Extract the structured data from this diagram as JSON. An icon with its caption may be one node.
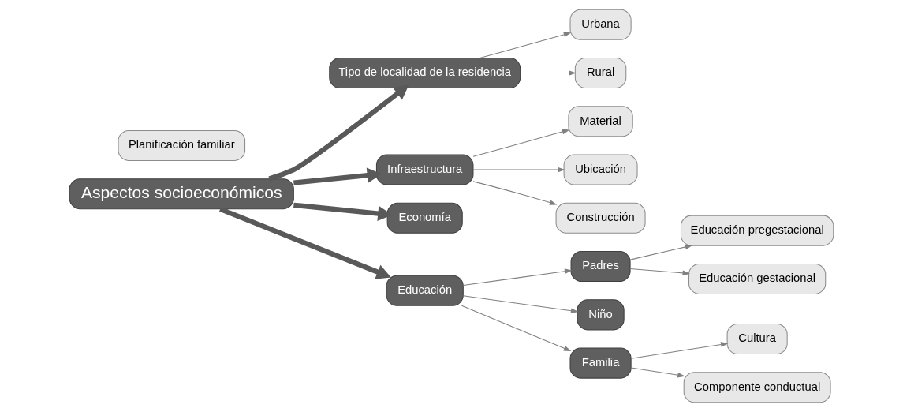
{
  "diagram": {
    "nodes": [
      {
        "text": [
          "Aspectos socioeconómicos"
        ]
      },
      {
        "text": [
          "Tipo de localidad de la residencia"
        ]
      },
      {
        "text": [
          "Urbana"
        ]
      },
      {
        "text": [
          "Rural"
        ]
      },
      {
        "text": [
          "Infraestructura"
        ]
      },
      {
        "text": [
          "Material"
        ]
      },
      {
        "text": [
          "Ubicación"
        ]
      },
      {
        "text": [
          "Construcción"
        ]
      },
      {
        "text": [
          "Economía"
        ]
      },
      {
        "text": [
          "Educación"
        ]
      },
      {
        "text": [
          "Padres"
        ]
      },
      {
        "text": [
          "Planificación familiar"
        ]
      },
      {
        "text": [
          "Educación pregestacional"
        ]
      },
      {
        "text": [
          "Educación gestacional"
        ]
      },
      {
        "text": [
          "Niño"
        ]
      },
      {
        "text": [
          "Familia"
        ]
      },
      {
        "text": [
          "Cultura"
        ]
      },
      {
        "text": [
          "Componente conductual"
        ]
      }
    ],
    "edges": [
      {
        "from": 0,
        "to": 1,
        "arrow": "to",
        "style": "thick",
        "color": "#595959"
      },
      {
        "from": 0,
        "to": 4,
        "arrow": "to",
        "style": "thick",
        "color": "#595959"
      },
      {
        "from": 0,
        "to": 8,
        "arrow": "to",
        "style": "thick",
        "color": "#595959"
      },
      {
        "from": 0,
        "to": 9,
        "arrow": "to",
        "style": "thick",
        "color": "#595959"
      },
      {
        "from": 1,
        "to": 2,
        "arrow": "to"
      },
      {
        "from": 1,
        "to": 3,
        "arrow": "to"
      },
      {
        "from": 4,
        "to": 5,
        "arrow": "to"
      },
      {
        "from": 4,
        "to": 6,
        "arrow": "to"
      },
      {
        "from": 4,
        "to": 7,
        "arrow": "to"
      },
      {
        "from": 9,
        "to": 10,
        "arrow": "to"
      },
      {
        "from": 9,
        "to": 14,
        "arrow": "to"
      },
      {
        "from": 9,
        "to": 15,
        "arrow": "to"
      },
      {
        "from": 10,
        "to": 12,
        "arrow": "to"
      },
      {
        "from": 10,
        "to": 13,
        "arrow": "to"
      },
      {
        "from": 15,
        "to": 16,
        "arrow": "to"
      },
      {
        "from": 15,
        "to": 17,
        "arrow": "to"
      }
    ]
  }
}
